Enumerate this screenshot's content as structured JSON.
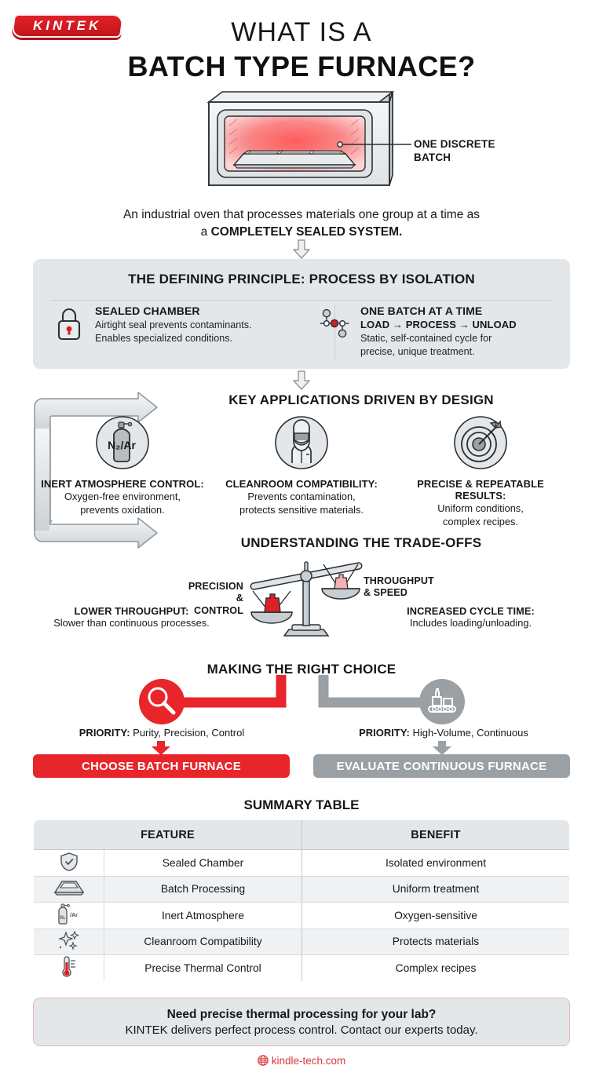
{
  "brand": {
    "logo_text": "KINTEK"
  },
  "header": {
    "title_line1": "WHAT IS A",
    "title_line2": "BATCH TYPE FURNACE?"
  },
  "hero": {
    "callout_line1": "ONE DISCRETE",
    "callout_line2": "BATCH",
    "subtitle_plain": "An industrial oven that processes materials one group at a time as",
    "subtitle_lead": "a ",
    "subtitle_bold": "COMPLETELY SEALED SYSTEM."
  },
  "principle": {
    "heading": "THE DEFINING PRINCIPLE: PROCESS BY ISOLATION",
    "left": {
      "icon": "lock-icon",
      "title": "SEALED CHAMBER",
      "body_line1": "Airtight seal prevents contaminants.",
      "body_line2": "Enables specialized conditions."
    },
    "right": {
      "icon": "node-network-icon",
      "title": "ONE BATCH AT A TIME",
      "flow": "LOAD → PROCESS → UNLOAD",
      "body_line1": "Static, self-contained cycle for",
      "body_line2": "precise, unique treatment."
    }
  },
  "applications": {
    "heading": "KEY APPLICATIONS DRIVEN BY DESIGN",
    "items": [
      {
        "icon": "gas-cylinder-icon",
        "icon_label": "N₂/Ar",
        "title": "INERT ATMOSPHERE CONTROL:",
        "body_line1": "Oxygen-free environment,",
        "body_line2": "prevents oxidation."
      },
      {
        "icon": "cleanroom-worker-icon",
        "icon_label": "",
        "title": "CLEANROOM COMPATIBILITY:",
        "body_line1": "Prevents contamination,",
        "body_line2": "protects sensitive materials."
      },
      {
        "icon": "target-dart-icon",
        "icon_label": "",
        "title": "PRECISE & REPEATABLE RESULTS:",
        "body_line1": "Uniform conditions,",
        "body_line2": "complex recipes."
      }
    ]
  },
  "tradeoffs": {
    "heading": "UNDERSTANDING THE TRADE-OFFS",
    "scale_left_label_line1": "PRECISION &",
    "scale_left_label_line2": "CONTROL",
    "scale_right_label_line1": "THROUGHPUT",
    "scale_right_label_line2": "& SPEED",
    "left": {
      "title": "LOWER THROUGHPUT:",
      "body": "Slower than continuous processes."
    },
    "right": {
      "title": "INCREASED CYCLE TIME:",
      "body": "Includes loading/unloading."
    }
  },
  "choice": {
    "heading": "MAKING THE RIGHT CHOICE",
    "left": {
      "icon": "magnifier-icon",
      "priority_label": "PRIORITY:",
      "priority_value": " Purity, Precision, Control",
      "cta": "CHOOSE BATCH FURNACE",
      "color": "#e8252a"
    },
    "right": {
      "icon": "conveyor-belt-icon",
      "priority_label": "PRIORITY:",
      "priority_value": " High-Volume, Continuous",
      "cta": "EVALUATE CONTINUOUS FURNACE",
      "color": "#9aa0a3"
    }
  },
  "table": {
    "title": "SUMMARY TABLE",
    "columns": [
      "FEATURE",
      "BENEFIT"
    ],
    "rows": [
      {
        "icon": "shield-check-icon",
        "feature": "Sealed Chamber",
        "benefit": "Isolated environment"
      },
      {
        "icon": "tray-icon",
        "feature": "Batch Processing",
        "benefit": "Uniform treatment"
      },
      {
        "icon": "gas-cylinder-icon",
        "feature": "Inert Atmosphere",
        "benefit": "Oxygen-sensitive"
      },
      {
        "icon": "sparkles-icon",
        "feature": "Cleanroom Compatibility",
        "benefit": "Protects materials"
      },
      {
        "icon": "thermometer-icon",
        "feature": "Precise Thermal Control",
        "benefit": "Complex recipes"
      }
    ]
  },
  "footer": {
    "cta_line1": "Need precise thermal processing for your lab?",
    "cta_line2": "KINTEK delivers perfect process control. Contact our experts today.",
    "site_icon": "globe-icon",
    "site": "kindle-tech.com",
    "site_color": "#d9383d"
  },
  "colors": {
    "panel": "#e4e7ea",
    "red": "#e8252a",
    "grey": "#9aa0a3",
    "ink": "#15181b",
    "border": "#c3c9ce"
  }
}
